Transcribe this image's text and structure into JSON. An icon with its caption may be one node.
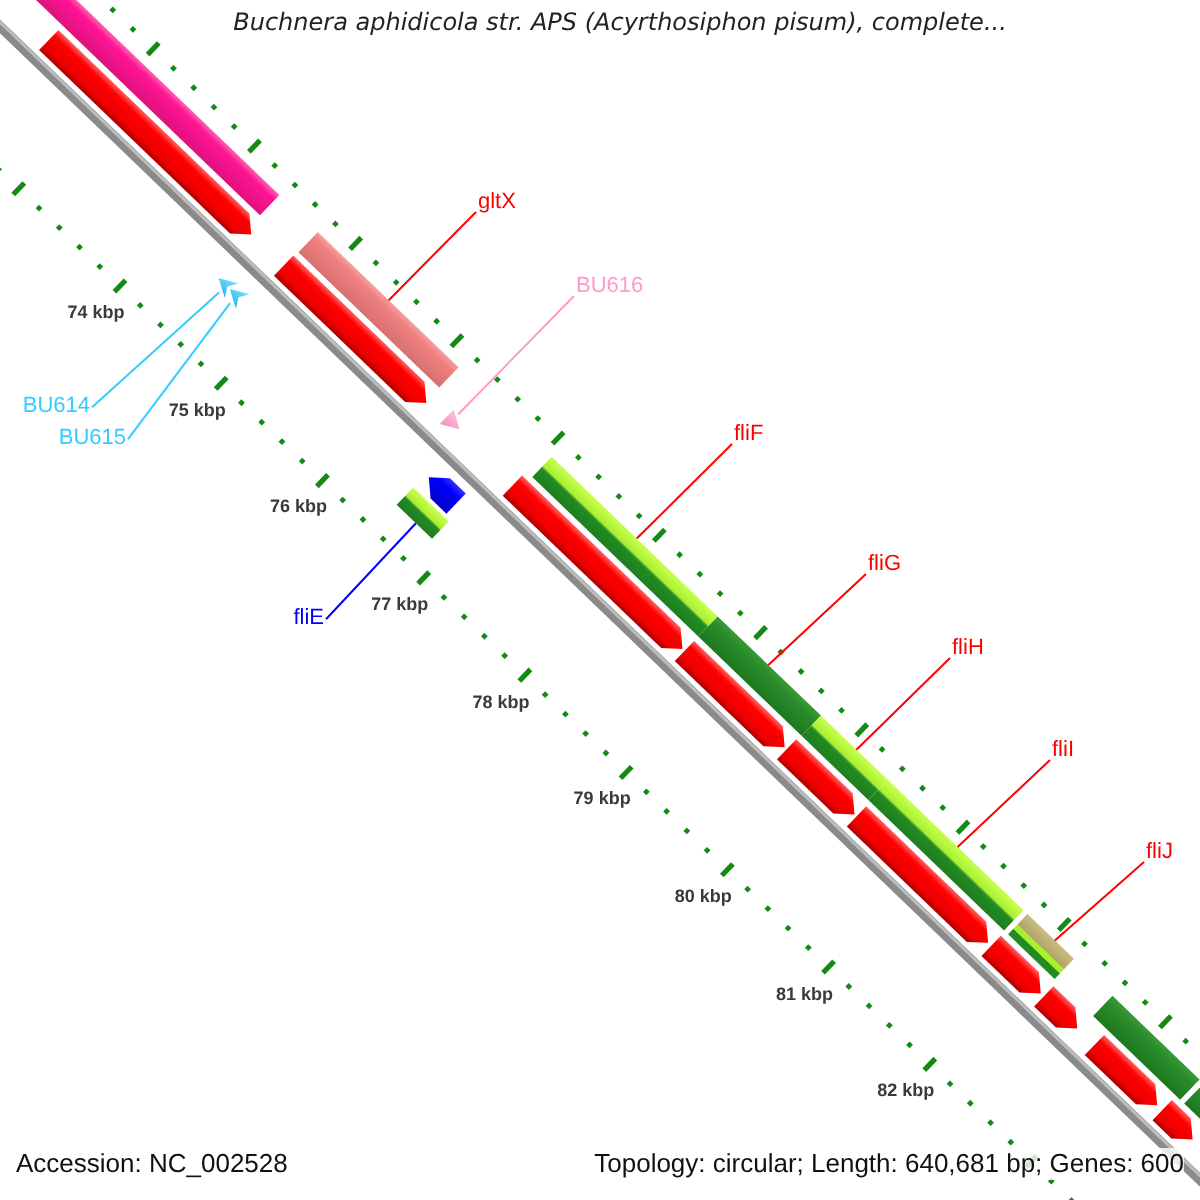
{
  "diagram": {
    "title": "Buchnera aphidicola str. APS (Acyrthosiphon pisum), complete...",
    "nodes": [
      {
        "text": [
          "gltX"
        ]
      },
      {
        "text": [],
        "shape": "bar"
      },
      {
        "text": [
          "BU616"
        ]
      },
      {
        "text": [],
        "shape": "arrow"
      },
      {
        "text": [
          "BU614"
        ]
      },
      {
        "text": [
          "BU615"
        ]
      },
      {
        "text": [],
        "shape": "arrow"
      },
      {
        "text": [],
        "shape": "arrow"
      },
      {
        "text": [
          "fliE"
        ]
      },
      {
        "text": [],
        "shape": "bar"
      },
      {
        "text": [
          "fliF"
        ]
      },
      {
        "text": [],
        "shape": "bar"
      },
      {
        "text": [
          "fliG"
        ]
      },
      {
        "text": [],
        "shape": "bar"
      },
      {
        "text": [
          "fliH"
        ]
      },
      {
        "text": [],
        "shape": "bar"
      },
      {
        "text": [
          "fliI"
        ]
      },
      {
        "text": [],
        "shape": "bar"
      },
      {
        "text": [
          "fliJ"
        ]
      },
      {
        "text": [],
        "shape": "bar"
      },
      {
        "text": [],
        "shape": "bar"
      },
      {
        "text": [],
        "shape": "bar"
      },
      {
        "text": [],
        "shape": "bar"
      },
      {
        "text": [],
        "shape": "bar"
      },
      {
        "text": [],
        "shape": "bar"
      },
      {
        "text": [],
        "shape": "bar"
      },
      {
        "text": [],
        "shape": "bar"
      },
      {
        "text": [],
        "shape": "bar"
      },
      {
        "text": [],
        "shape": "bar"
      },
      {
        "text": [],
        "shape": "bar"
      },
      {
        "text": [],
        "shape": "bar"
      },
      {
        "text": [],
        "shape": "bar"
      },
      {
        "text": [],
        "shape": "bar"
      },
      {
        "text": [],
        "shape": "bar"
      }
    ],
    "edges": [
      {
        "from": 0,
        "to": 1,
        "arrow": "none"
      },
      {
        "from": 2,
        "to": 3,
        "arrow": "none",
        "color": "#ff99cc"
      },
      {
        "from": 4,
        "to": 6,
        "arrow": "none",
        "color": "#33ccff"
      },
      {
        "from": 5,
        "to": 7,
        "arrow": "none",
        "color": "#33ccff"
      },
      {
        "from": 8,
        "to": 9,
        "arrow": "none",
        "color": "#0000ff"
      },
      {
        "from": 10,
        "to": 11,
        "arrow": "none"
      },
      {
        "from": 12,
        "to": 13,
        "arrow": "none"
      },
      {
        "from": 14,
        "to": 15,
        "arrow": "none"
      },
      {
        "from": 16,
        "to": 17,
        "arrow": "none"
      },
      {
        "from": 18,
        "to": 19,
        "arrow": "none"
      }
    ],
    "labels": [
      "74 kbp",
      "75 kbp",
      "76 kbp",
      "77 kbp",
      "78 kbp",
      "79 kbp",
      "80 kbp",
      "81 kbp",
      "82 kbp",
      "Accession: NC_002528",
      "Topology: circular; Length: 640,681 bp; Genes: 600"
    ]
  }
}
